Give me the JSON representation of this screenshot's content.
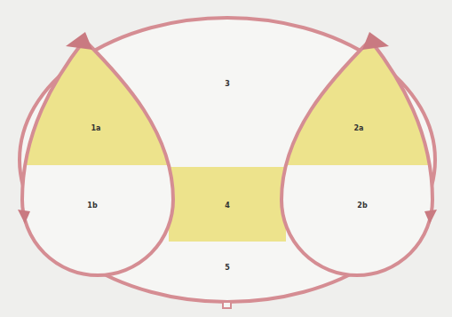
{
  "diagram": {
    "labels": [
      "3",
      "1a",
      "2a",
      "1b",
      "4",
      "2b",
      "5"
    ]
  }
}
